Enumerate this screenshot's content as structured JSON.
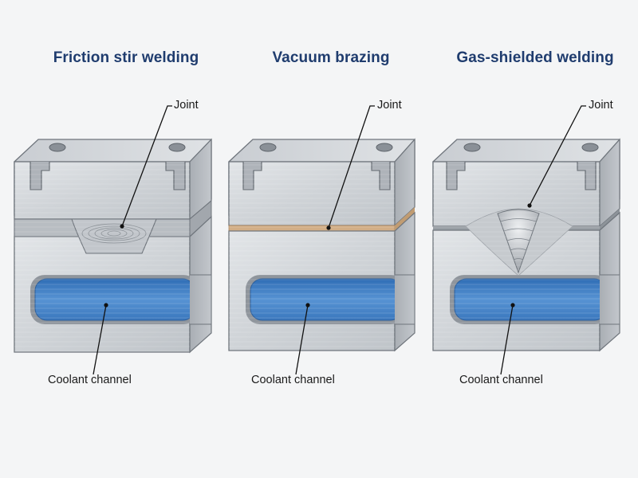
{
  "panels": [
    {
      "id": "friction",
      "title": "Friction stir welding",
      "joint_label": "Joint",
      "channel_label": "Coolant channel"
    },
    {
      "id": "vacuum",
      "title": "Vacuum brazing",
      "joint_label": "Joint",
      "channel_label": "Coolant channel"
    },
    {
      "id": "gas",
      "title": "Gas-shielded welding",
      "joint_label": "Joint",
      "channel_label": "Coolant channel"
    }
  ],
  "colors": {
    "title": "#1f3c6e",
    "metal_light": "#d6d9dd",
    "metal_mid": "#b9bec4",
    "metal_dark": "#8f959c",
    "coolant": "#4a86c8",
    "braze": "#d2ae86",
    "leader": "#111111"
  }
}
